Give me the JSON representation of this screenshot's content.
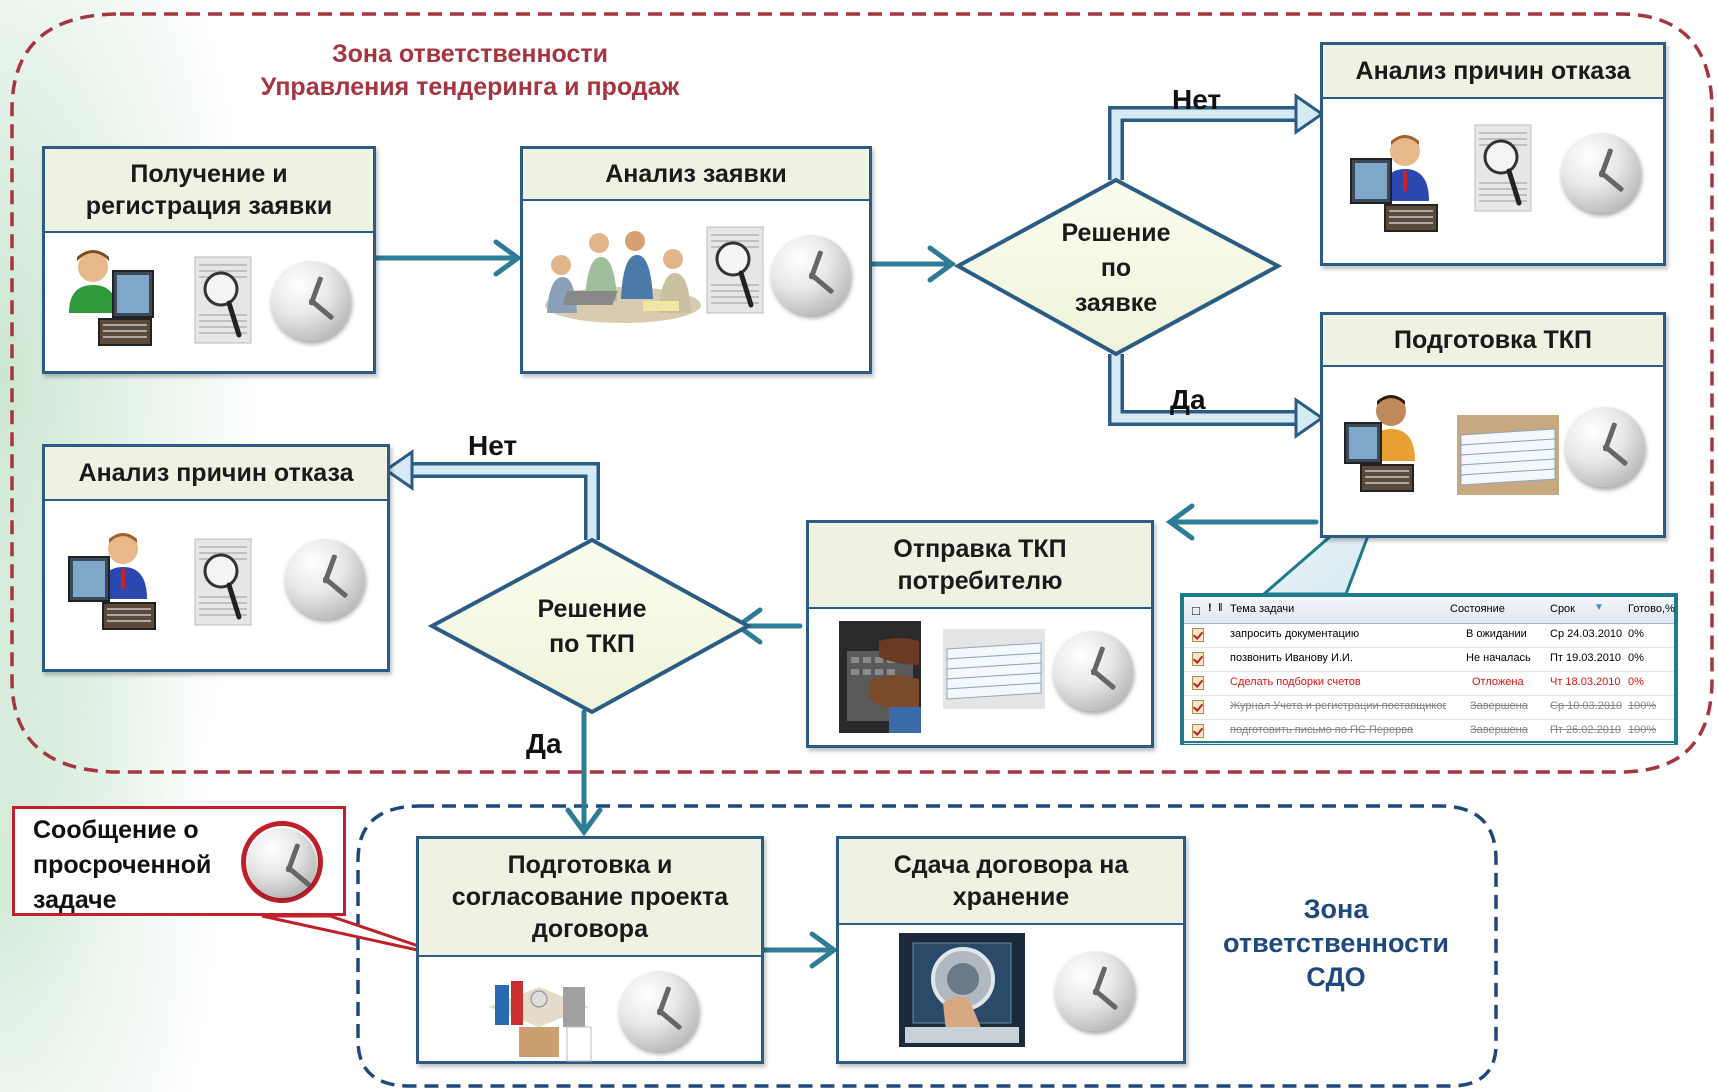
{
  "zones": {
    "sales_title_line1": "Зона ответственности",
    "sales_title_line2": "Управления тендеринга и продаж",
    "sdo_line1": "Зона",
    "sdo_line2": "ответственности",
    "sdo_line3": "СДО"
  },
  "boxes": {
    "receive_line1": "Получение и",
    "receive_line2": "регистрация заявки",
    "analysis": "Анализ заявки",
    "reject_top": "Анализ причин отказа",
    "prepare_tkp": "Подготовка ТКП",
    "reject_left": "Анализ причин отказа",
    "send_line1": "Отправка ТКП",
    "send_line2": "потребителю",
    "contract_line1": "Подготовка и",
    "contract_line2": "согласование проекта",
    "contract_line3": "договора",
    "archive_line1": "Сдача договора на",
    "archive_line2": "хранение"
  },
  "decisions": {
    "request_line1": "Решение",
    "request_line2": "по",
    "request_line3": "заявке",
    "tkp_line1": "Решение",
    "tkp_line2": "по ТКП"
  },
  "branches": {
    "no_top": "Нет",
    "yes_top": "Да",
    "no_left": "Нет",
    "yes_bottom": "Да"
  },
  "overdue": {
    "line1": "Сообщение о",
    "line2": "просроченной",
    "line3": "задаче"
  },
  "task_table": {
    "headers": {
      "subject": "Тема задачи",
      "state": "Состояние",
      "due": "Срок",
      "done": "Готово,%"
    },
    "rows": [
      {
        "subject": "запросить документацию",
        "state": "В ожидании",
        "due": "Ср 24.03.2010",
        "done": "0%"
      },
      {
        "subject": "позвонить Иванову И.И.",
        "state": "Не началась",
        "due": "Пт 19.03.2010",
        "done": "0%"
      },
      {
        "subject": "Сделать подборки счетов",
        "state": "Отложена",
        "due": "Чт 18.03.2010",
        "done": "0%"
      },
      {
        "subject": "Журнал Учета и регистрации поставщиков",
        "state": "Завершена",
        "due": "Ср 10.03.2010",
        "done": "100%"
      },
      {
        "subject": "подготовить письмо по ПС Перерва",
        "state": "Завершена",
        "due": "Пт 26.02.2010",
        "done": "100%"
      }
    ]
  },
  "colors": {
    "zone_sales_border": "#a5353f",
    "zone_sdo_border": "#1f497d",
    "box_border": "#2c5b84",
    "arrow": "#2e7d95",
    "overdue_border": "#c0202a"
  }
}
